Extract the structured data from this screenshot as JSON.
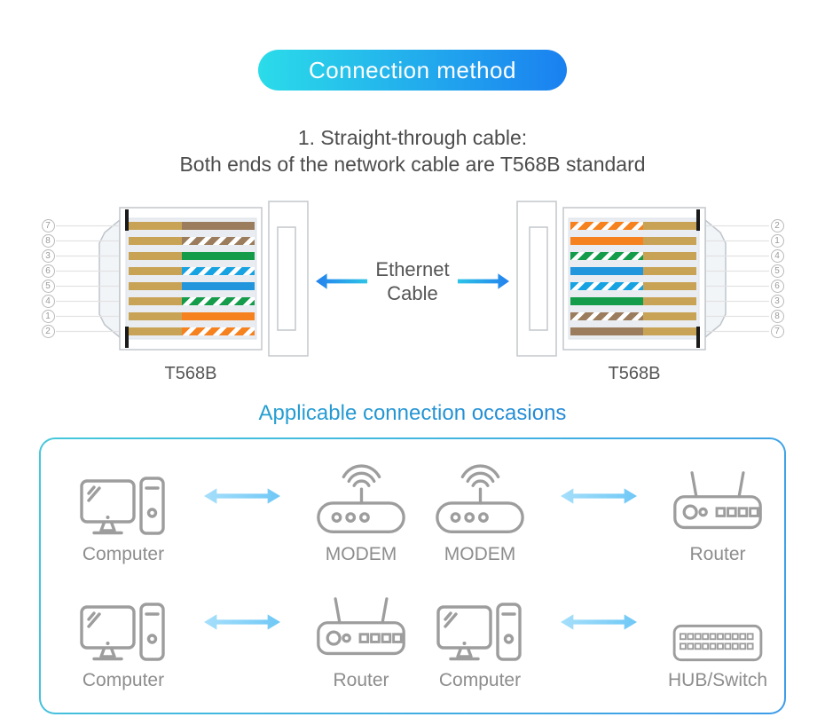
{
  "header": {
    "pill_label": "Connection method",
    "line1": "1. Straight-through cable:",
    "line2": "Both ends of the network cable are T568B standard"
  },
  "cable": {
    "line1": "Ethernet",
    "line2": "Cable"
  },
  "connectors": {
    "left": {
      "standard": "T568B",
      "pins": [
        "7",
        "8",
        "3",
        "6",
        "5",
        "4",
        "1",
        "2"
      ],
      "wires": [
        {
          "name": "brown",
          "color": "#9B7C5C",
          "striped": false
        },
        {
          "name": "white-brown",
          "color": "#9B7C5C",
          "striped": true
        },
        {
          "name": "green",
          "color": "#149C4B",
          "striped": false
        },
        {
          "name": "white-blue",
          "color": "#17A3E2",
          "striped": true
        },
        {
          "name": "blue",
          "color": "#2196DC",
          "striped": false
        },
        {
          "name": "white-green",
          "color": "#149C4B",
          "striped": true
        },
        {
          "name": "orange",
          "color": "#F5821F",
          "striped": false
        },
        {
          "name": "white-orange",
          "color": "#F5821F",
          "striped": true
        }
      ]
    },
    "right": {
      "standard": "T568B",
      "pins": [
        "2",
        "1",
        "4",
        "5",
        "6",
        "3",
        "8",
        "7"
      ],
      "wires": [
        {
          "name": "white-orange",
          "color": "#F5821F",
          "striped": true
        },
        {
          "name": "orange",
          "color": "#F5821F",
          "striped": false
        },
        {
          "name": "white-green",
          "color": "#149C4B",
          "striped": true
        },
        {
          "name": "blue",
          "color": "#2196DC",
          "striped": false
        },
        {
          "name": "white-blue",
          "color": "#17A3E2",
          "striped": true
        },
        {
          "name": "green",
          "color": "#149C4B",
          "striped": false
        },
        {
          "name": "white-brown",
          "color": "#9B7C5C",
          "striped": true
        },
        {
          "name": "brown",
          "color": "#9B7C5C",
          "striped": false
        }
      ]
    }
  },
  "occasions": {
    "title": "Applicable connection occasions",
    "pairs": [
      {
        "left": {
          "device": "computer",
          "label": "Computer"
        },
        "right": {
          "device": "modem",
          "label": "MODEM"
        }
      },
      {
        "left": {
          "device": "modem",
          "label": "MODEM"
        },
        "right": {
          "device": "router",
          "label": "Router"
        }
      },
      {
        "left": {
          "device": "computer",
          "label": "Computer"
        },
        "right": {
          "device": "router",
          "label": "Router"
        }
      },
      {
        "left": {
          "device": "computer",
          "label": "Computer"
        },
        "right": {
          "device": "hub",
          "label": "HUB/Switch"
        }
      }
    ]
  },
  "colors": {
    "pill_gradient_start": "#2BDCE9",
    "pill_gradient_end": "#1A80F0",
    "panel_border_teal": "#45C8DA",
    "panel_border_blue": "#3E9CE8",
    "contact_gold": "#C9A355",
    "heading_text": "#4C4C4C",
    "device_icon_gray": "#9D9D9D",
    "device_label_gray": "#8D8D8D",
    "pair_arrow_light": "#A6DFFB",
    "pair_arrow_dark": "#6FC8F6",
    "center_arrow_cyan": "#2EC6E6",
    "center_arrow_blue": "#2381EE"
  }
}
